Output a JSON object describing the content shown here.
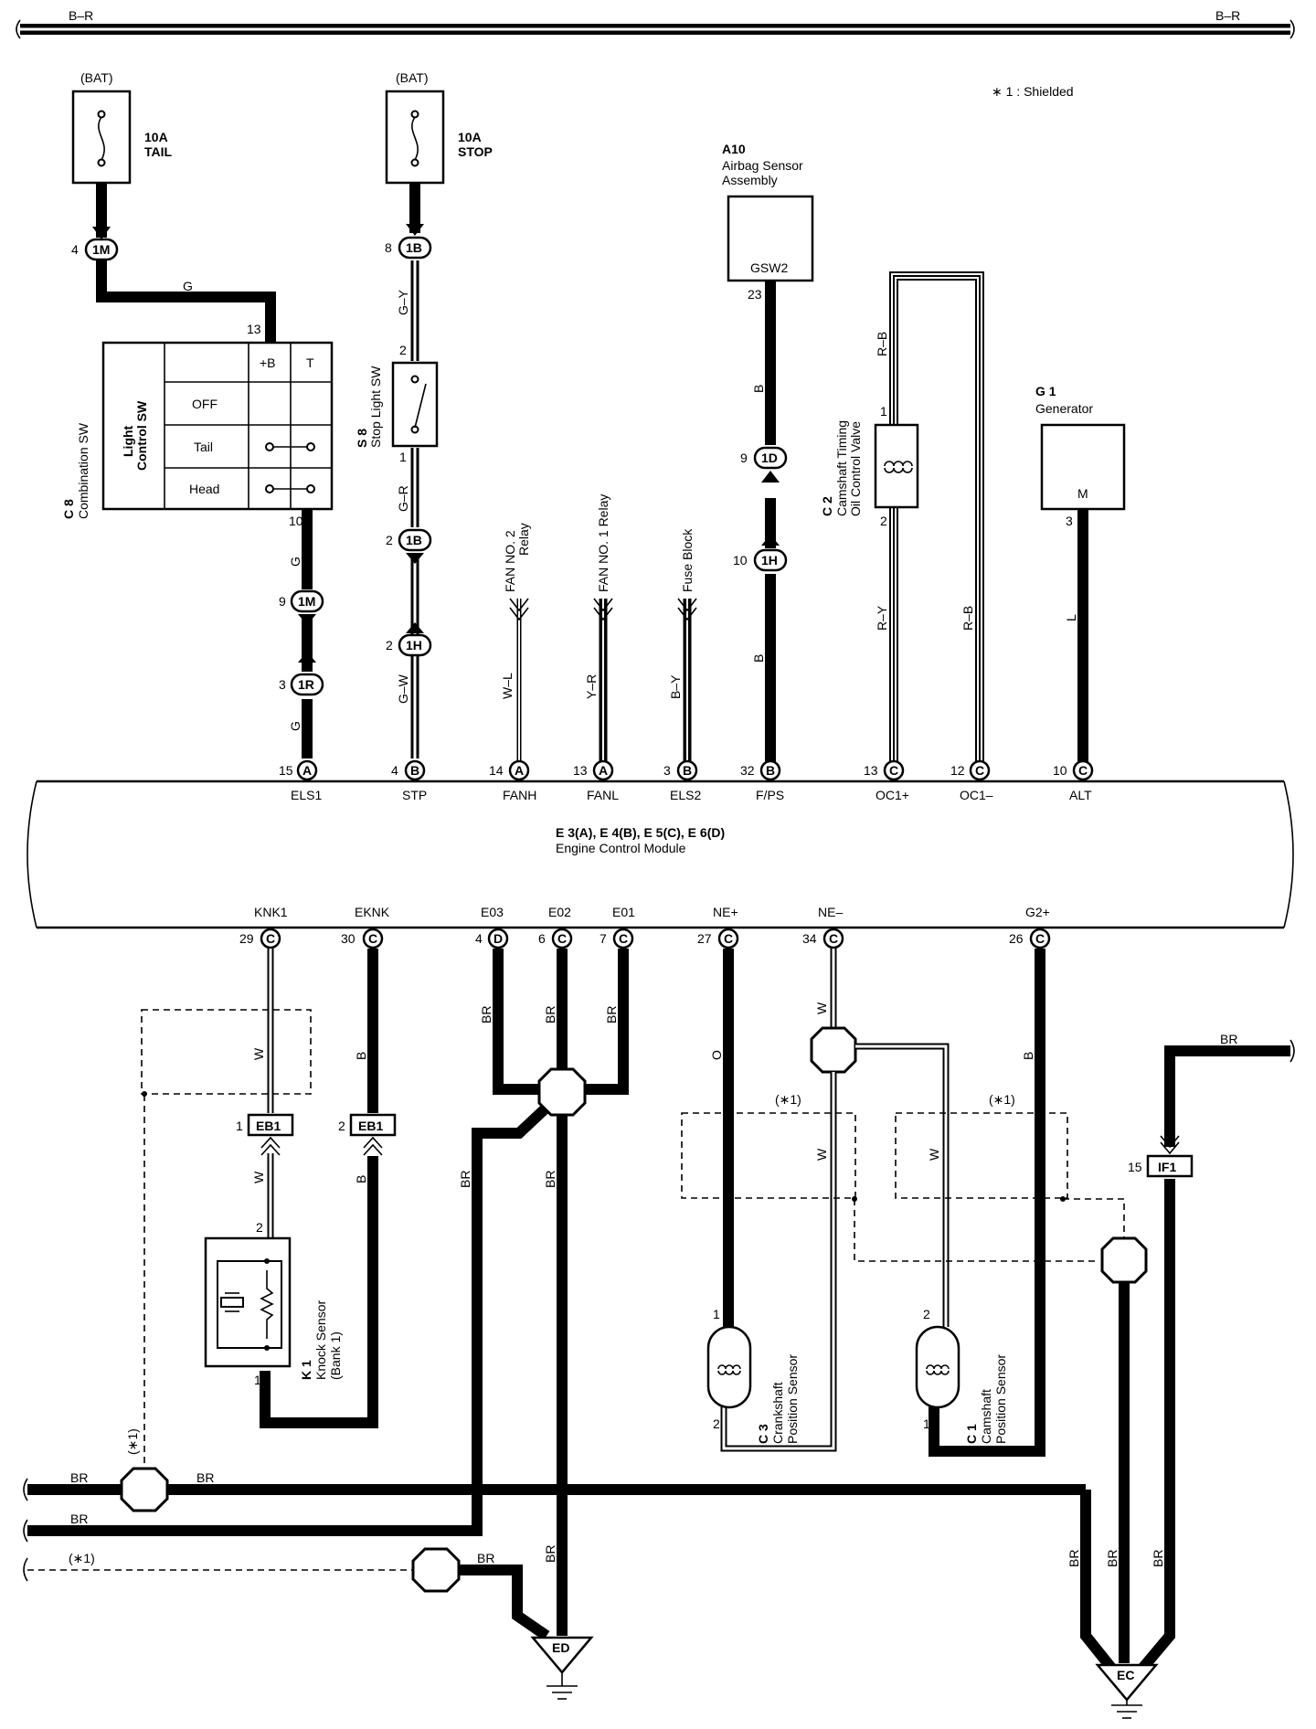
{
  "bus": {
    "left_label": "B–R",
    "right_label": "B–R"
  },
  "legend": {
    "shielded": "∗ 1 : Shielded"
  },
  "fuses": [
    {
      "bat": "(BAT)",
      "rating": "10A",
      "name": "TAIL"
    },
    {
      "bat": "(BAT)",
      "rating": "10A",
      "name": "STOP"
    }
  ],
  "components": {
    "a10": {
      "code": "A10",
      "name1": "Airbag Sensor",
      "name2": "Assembly",
      "pin": "GSW2",
      "pin_no": "23"
    },
    "c8": {
      "code": "C 8",
      "name": "Combination SW",
      "sub1": "Light",
      "sub2": "Control SW",
      "col_b": "+B",
      "col_t": "T",
      "rows": [
        "OFF",
        "Tail",
        "Head"
      ],
      "pin_top": "13",
      "pin_bottom": "10"
    },
    "s8": {
      "code": "S 8",
      "name": "Stop Light SW",
      "pin_top": "2",
      "pin_bottom": "1"
    },
    "c2": {
      "code": "C 2",
      "name1": "Camshaft Timing",
      "name2": "Oil Control Valve",
      "pin_top": "1",
      "pin_bottom": "2"
    },
    "g1": {
      "code": "G 1",
      "name": "Generator",
      "pin": "M",
      "pin_no": "3"
    },
    "k1": {
      "code": "K 1",
      "name1": "Knock Sensor",
      "name2": "(Bank 1)",
      "pin_top": "2",
      "pin_bottom": "1"
    },
    "c3": {
      "code": "C 3",
      "name1": "Crankshaft",
      "name2": "Position Sensor",
      "pin_top": "1",
      "pin_bottom": "2"
    },
    "c1": {
      "code": "C 1",
      "name1": "Camshaft",
      "name2": "Position Sensor",
      "pin_top": "2",
      "pin_bottom": "1"
    }
  },
  "relays": [
    {
      "name1": "FAN NO. 2",
      "name2": "Relay"
    },
    {
      "name1": "FAN NO. 1 Relay",
      "name2": ""
    },
    {
      "name1": "Fuse Block",
      "name2": ""
    }
  ],
  "connectors": [
    {
      "id": "1M",
      "pin": "4"
    },
    {
      "id": "1B",
      "pin": "8"
    },
    {
      "id": "1M",
      "pin": "9"
    },
    {
      "id": "1R",
      "pin": "3"
    },
    {
      "id": "1B",
      "pin": "2"
    },
    {
      "id": "1H",
      "pin": "2"
    },
    {
      "id": "1D",
      "pin": "9"
    },
    {
      "id": "1H",
      "pin": "10"
    },
    {
      "id": "EB1",
      "pin": "1"
    },
    {
      "id": "EB1",
      "pin": "2"
    },
    {
      "id": "IF1",
      "pin": "15"
    }
  ],
  "wire_colors": {
    "g_top": "G",
    "g1": "G",
    "g2": "G",
    "gy": "G–Y",
    "gr": "G–R",
    "gw": "G–W",
    "wl": "W–L",
    "yr": "Y–R",
    "by": "B–Y",
    "b_a10": "B",
    "b_a10b": "B",
    "rb1": "R–B",
    "ry": "R–Y",
    "rb2": "R–B",
    "l": "L",
    "knk_w": "W",
    "knk_w2": "W",
    "eknk_b": "B",
    "eknk_b2": "B",
    "e03": "BR",
    "e02": "BR",
    "e01": "BR",
    "br_down1": "BR",
    "br_down2": "BR",
    "ne_plus": "O",
    "ne_minus": "W",
    "ne_w1": "W",
    "ne_w2": "W",
    "g2_b": "B",
    "br_right": "BR",
    "bl1": "BR",
    "bl2": "BR",
    "bl3": "BR",
    "bl4": "BR",
    "ed_br": "BR",
    "ec1": "BR",
    "ec2": "BR",
    "ec3": "BR"
  },
  "shield_labels": {
    "s1": "(∗1)",
    "s2": "(∗1)",
    "s3": "(∗1)",
    "s4": "(∗1)"
  },
  "ecm": {
    "name1": "E 3(A), E 4(B), E 5(C), E 6(D)",
    "name2": "Engine Control Module",
    "top_pins": [
      {
        "no": "15",
        "conn": "A",
        "sig": "ELS1"
      },
      {
        "no": "4",
        "conn": "B",
        "sig": "STP"
      },
      {
        "no": "14",
        "conn": "A",
        "sig": "FANH"
      },
      {
        "no": "13",
        "conn": "A",
        "sig": "FANL"
      },
      {
        "no": "3",
        "conn": "B",
        "sig": "ELS2"
      },
      {
        "no": "32",
        "conn": "B",
        "sig": "F/PS"
      },
      {
        "no": "13",
        "conn": "C",
        "sig": "OC1+"
      },
      {
        "no": "12",
        "conn": "C",
        "sig": "OC1–"
      },
      {
        "no": "10",
        "conn": "C",
        "sig": "ALT"
      }
    ],
    "bottom_pins": [
      {
        "no": "29",
        "conn": "C",
        "sig": "KNK1"
      },
      {
        "no": "30",
        "conn": "C",
        "sig": "EKNK"
      },
      {
        "no": "4",
        "conn": "D",
        "sig": "E03"
      },
      {
        "no": "6",
        "conn": "C",
        "sig": "E02"
      },
      {
        "no": "7",
        "conn": "C",
        "sig": "E01"
      },
      {
        "no": "27",
        "conn": "C",
        "sig": "NE+"
      },
      {
        "no": "34",
        "conn": "C",
        "sig": "NE–"
      },
      {
        "no": "26",
        "conn": "C",
        "sig": "G2+"
      }
    ]
  },
  "grounds": {
    "ed": "ED",
    "ec": "EC"
  }
}
